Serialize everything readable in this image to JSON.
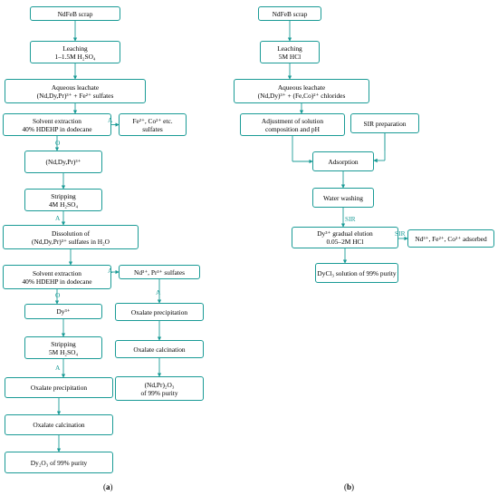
{
  "panel_a": {
    "caption_open": "(",
    "caption_letter": "a",
    "caption_close": ")",
    "boxes": {
      "scrap": [
        "NdFeB scrap"
      ],
      "leaching": [
        "Leaching",
        "1–1.5M H₂SO₄"
      ],
      "leachate": [
        "Aqueous leachate",
        "(Nd,Dy,Pr)³⁺ + Fe²⁺ sulfates"
      ],
      "sx1": [
        "Solvent extraction",
        "40% HDEHP in dodecane"
      ],
      "fe_co": [
        "Fe²⁺, Co²⁺ etc.",
        "sulfates"
      ],
      "ndprdy": [
        "(Nd,Dy,Pr)³⁺"
      ],
      "strip1": [
        "Stripping",
        "4M H₂SO₄"
      ],
      "dissolution": [
        "Dissolution of",
        "(Nd,Dy,Pr)³⁺ sulfates in H₂O"
      ],
      "sx2": [
        "Solvent extraction",
        "40% HDEHP in dodecane"
      ],
      "nd_pr_sulf": [
        "Nd³⁺, Pr³⁺ sulfates"
      ],
      "dy": [
        "Dy³⁺"
      ],
      "ox_prec_r": [
        "Oxalate precipitation"
      ],
      "strip2": [
        "Stripping",
        "5M H₂SO₄"
      ],
      "ox_calc_r": [
        "Oxalate calcination"
      ],
      "ndpr_oxide": [
        "(Nd,Pr)₂O₃",
        "of 99% purity"
      ],
      "ox_prec": [
        "Oxalate precipitation"
      ],
      "ox_calc": [
        "Oxalate calcination"
      ],
      "dy_oxide": [
        "Dy₂O₃ of 99% purity"
      ]
    },
    "labels": {
      "a1": "A",
      "o1": "O",
      "a2": "A",
      "a3": "A",
      "o2": "O",
      "a4": "A",
      "a5": "A"
    }
  },
  "panel_b": {
    "caption_open": "(",
    "caption_letter": "b",
    "caption_close": ")",
    "boxes": {
      "scrap": [
        "NdFeB scrap"
      ],
      "leaching": [
        "Leaching",
        "5M HCl"
      ],
      "leachate": [
        "Aqueous leachate",
        "(Nd,Dy)³⁺ + (Fe,Co)²⁺ chlorides"
      ],
      "adjust": [
        "Adjustment of solution",
        "composition and pH"
      ],
      "sir_prep": [
        "SIR preparation"
      ],
      "adsorption": [
        "Adsorption"
      ],
      "washing": [
        "Water washing"
      ],
      "elution": [
        "Dy³⁺ gradual elution",
        "0.05–2M HCl"
      ],
      "adsorbed": [
        "Nd³⁺, Fe²⁺, Co²⁺ adsorbed"
      ],
      "dycl": [
        "DyCl₃ solution of 99% purity"
      ]
    },
    "labels": {
      "sir1": "SIR",
      "sir2": "SIR"
    }
  },
  "style": {
    "line_color": "#1a9b96"
  }
}
